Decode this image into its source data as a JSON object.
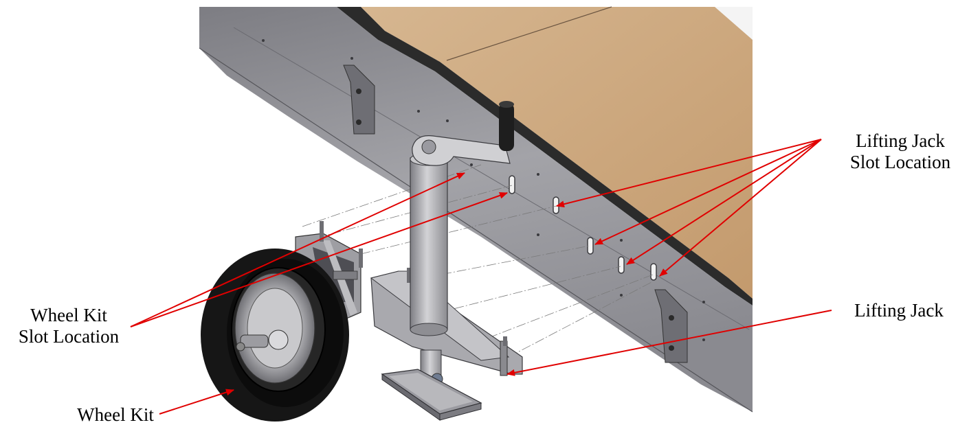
{
  "labels": {
    "lifting_jack_slot": {
      "line1": "Lifting Jack",
      "line2": "Slot Location"
    },
    "wheel_kit_slot": {
      "line1": "Wheel Kit",
      "line2": "Slot Location"
    },
    "lifting_jack": "Lifting Jack",
    "wheel_kit": "Wheel Kit"
  },
  "colors": {
    "arrow": "#e00000",
    "frame": "#8e8e94",
    "frame_dark": "#5d5d63",
    "board": "#c9a27a",
    "tire": "#141414",
    "metal": "#b9b9bc"
  }
}
